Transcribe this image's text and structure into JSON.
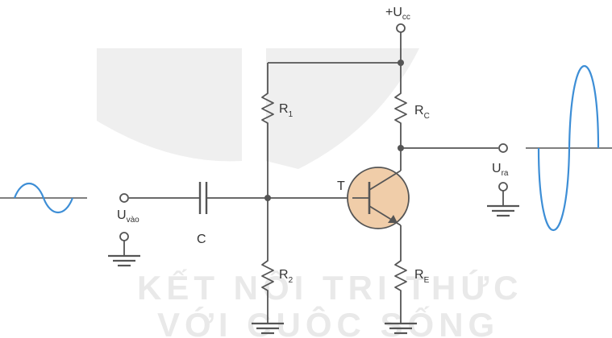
{
  "watermark": {
    "line1": "KẾT NỐI TRI THỨC",
    "line2": "VỚI CUỘC SỐNG"
  },
  "labels": {
    "supply_main": "+U",
    "supply_sub": "cc",
    "r1_main": "R",
    "r1_sub": "1",
    "r2_main": "R",
    "r2_sub": "2",
    "rc_main": "R",
    "rc_sub": "C",
    "re_main": "R",
    "re_sub": "E",
    "capacitor": "C",
    "transistor": "T",
    "input_main": "U",
    "input_sub": "vào",
    "output_main": "U",
    "output_sub": "ra"
  },
  "colors": {
    "transistor_fill": "#f0cda9",
    "wave": "#3d8ed6",
    "wire": "#555555"
  }
}
